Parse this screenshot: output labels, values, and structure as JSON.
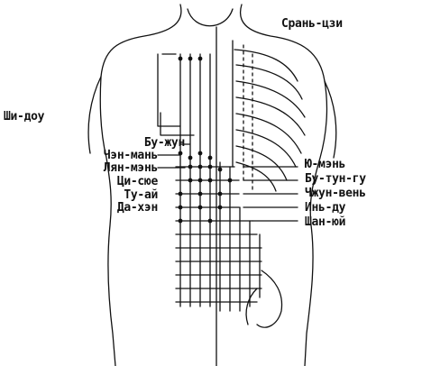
{
  "labels": {
    "top_right": "Срань-цзи",
    "left_side": "Ши-доу",
    "left_group": [
      "Бу-жун",
      "Чэн-мань",
      "Лян-мэнь",
      "Ци-сюе",
      "Ту-ай",
      "Да-хэн"
    ],
    "right_group": [
      "Ю-мэнь",
      "Бу-тун-гу",
      "Чжун-вень",
      "Инь-ду",
      "Шан-юй"
    ]
  }
}
